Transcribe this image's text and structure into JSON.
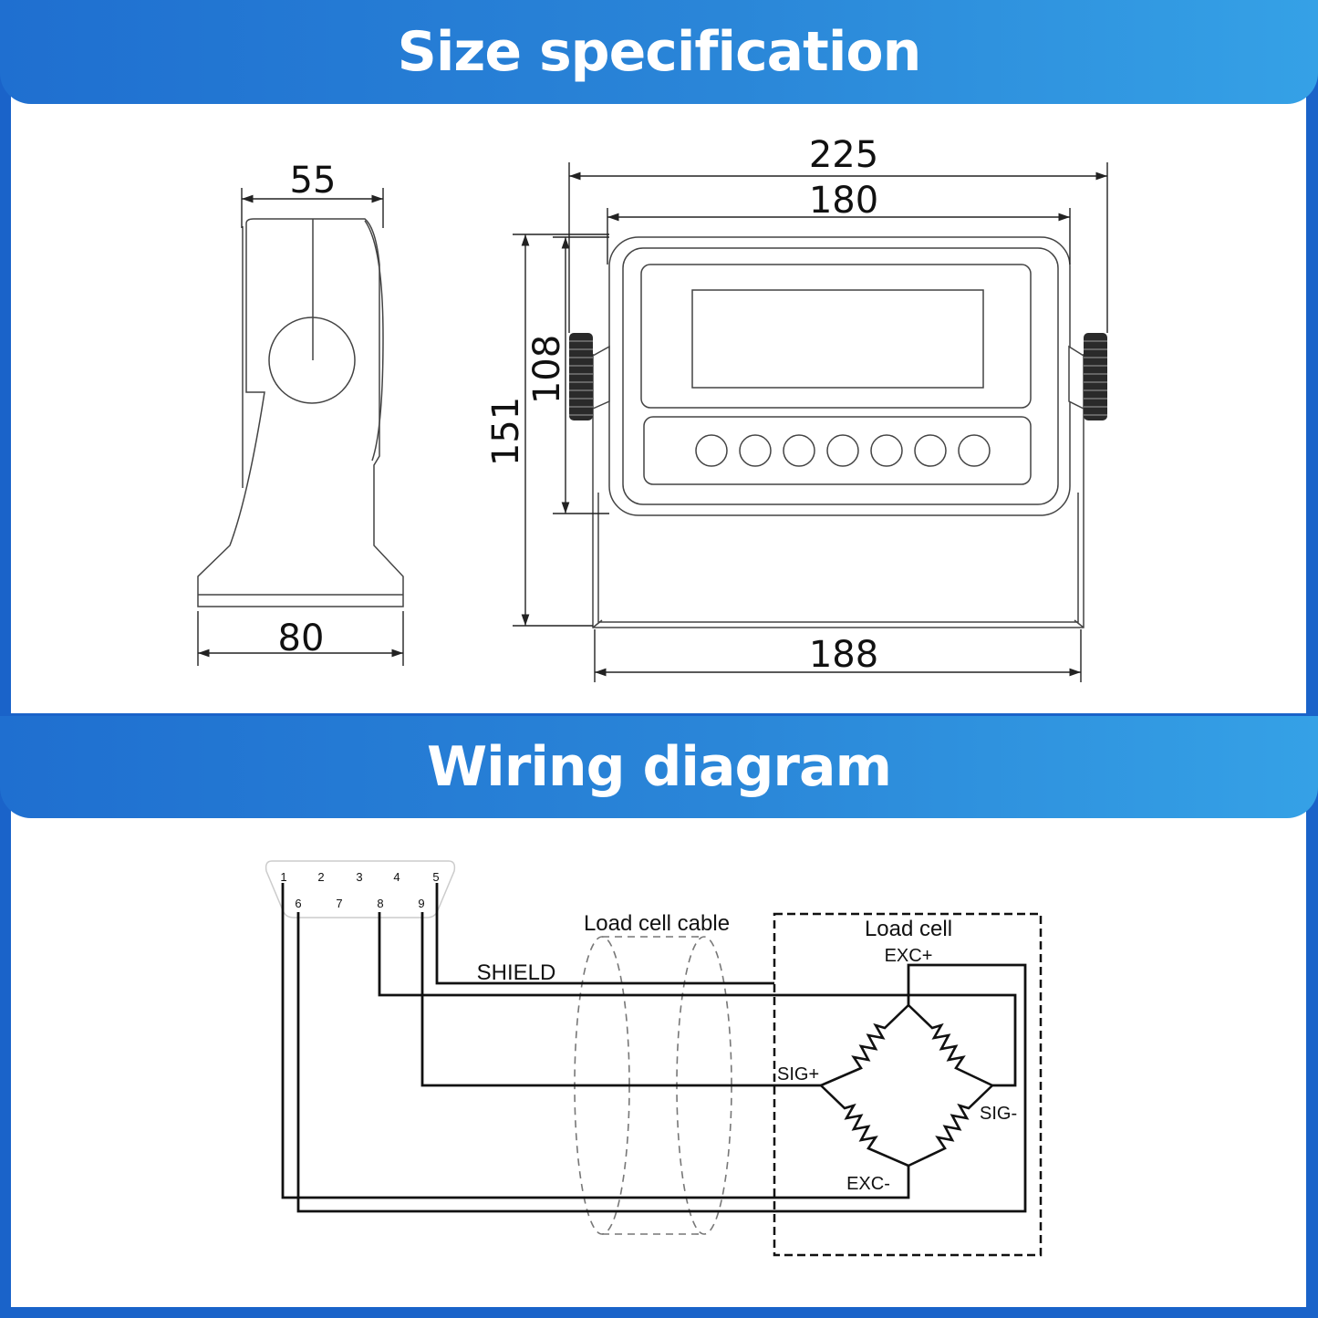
{
  "sections": {
    "size": {
      "title": "Size specification"
    },
    "wiring": {
      "title": "Wiring diagram"
    }
  },
  "dimensions": {
    "side_depth": "55",
    "side_base": "80",
    "overall_width": "225",
    "housing_width": "180",
    "housing_height": "108",
    "overall_height": "151",
    "stand_width": "188"
  },
  "wiring": {
    "pins_top": [
      "1",
      "2",
      "3",
      "4",
      "5"
    ],
    "pins_bottom": [
      "6",
      "7",
      "8",
      "9"
    ],
    "shield_label": "SHIELD",
    "cable_label": "Load cell cable",
    "load_cell_label": "Load cell",
    "exc_plus": "EXC+",
    "exc_minus": "EXC-",
    "sig_plus": "SIG+",
    "sig_minus": "SIG-"
  }
}
